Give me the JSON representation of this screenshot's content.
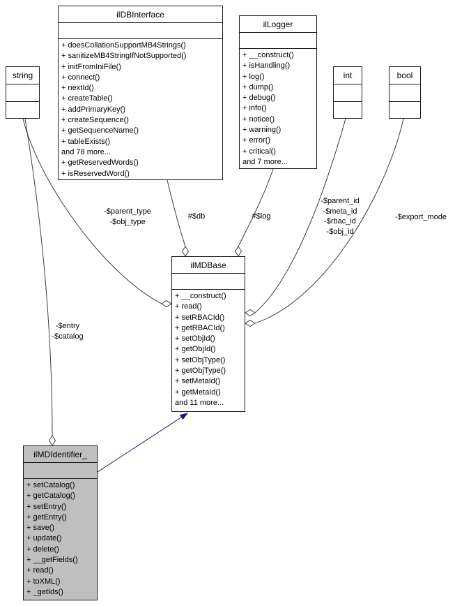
{
  "classes": {
    "ilDBInterface": {
      "title": "ilDBInterface",
      "methods": [
        "+ doesCollationSupportMB4Strings()",
        "+ sanitizeMB4StringIfNotSupported()",
        "+ initFromIniFile()",
        "+ connect()",
        "+ nextId()",
        "+ createTable()",
        "+ addPrimaryKey()",
        "+ createSequence()",
        "+ getSequenceName()",
        "+ tableExists()",
        "and 78 more...",
        "+ getReservedWords()",
        "+ isReservedWord()"
      ]
    },
    "ilLogger": {
      "title": "ilLogger",
      "methods": [
        "+ __construct()",
        "+ isHandling()",
        "+ log()",
        "+ dump()",
        "+ debug()",
        "+ info()",
        "+ notice()",
        "+ warning()",
        "+ error()",
        "+ critical()",
        "and 7 more..."
      ]
    },
    "string": {
      "title": "string"
    },
    "int": {
      "title": "int"
    },
    "bool": {
      "title": "bool"
    },
    "ilMDBase": {
      "title": "ilMDBase",
      "methods": [
        "+ __construct()",
        "+ read()",
        "+ setRBACId()",
        "+ getRBACId()",
        "+ setObjId()",
        "+ getObjId()",
        "+ setObjType()",
        "+ getObjType()",
        "+ setMetaId()",
        "+ getMetaId()",
        "and 11 more..."
      ]
    },
    "ilMDIdentifier": {
      "title": "ilMDIdentifier_",
      "methods": [
        "+ setCatalog()",
        "+ getCatalog()",
        "+ setEntry()",
        "+ getEntry()",
        "+ save()",
        "+ update()",
        "+ delete()",
        "+ __getFields()",
        "+ read()",
        "+ toXML()",
        "+ _getIds()"
      ]
    }
  },
  "edge_labels": {
    "parent_type": {
      "lines": [
        "-$parent_type",
        "-$obj_type"
      ]
    },
    "db": {
      "text": "#$db"
    },
    "log": {
      "text": "#$log"
    },
    "parent_id": {
      "lines": [
        "-$parent_id",
        "-$meta_id",
        "-$rbac_id",
        "-$obj_id"
      ]
    },
    "export_mode": {
      "text": "-$export_mode"
    },
    "entry": {
      "lines": [
        "-$entry",
        "-$catalog"
      ]
    }
  },
  "colors": {
    "edge": "#3d3d3d",
    "inheritance_edge": "#191970",
    "active_class_fill": "#bfbfbf",
    "box_border": "#1a1a1a",
    "background": "#ffffff"
  }
}
